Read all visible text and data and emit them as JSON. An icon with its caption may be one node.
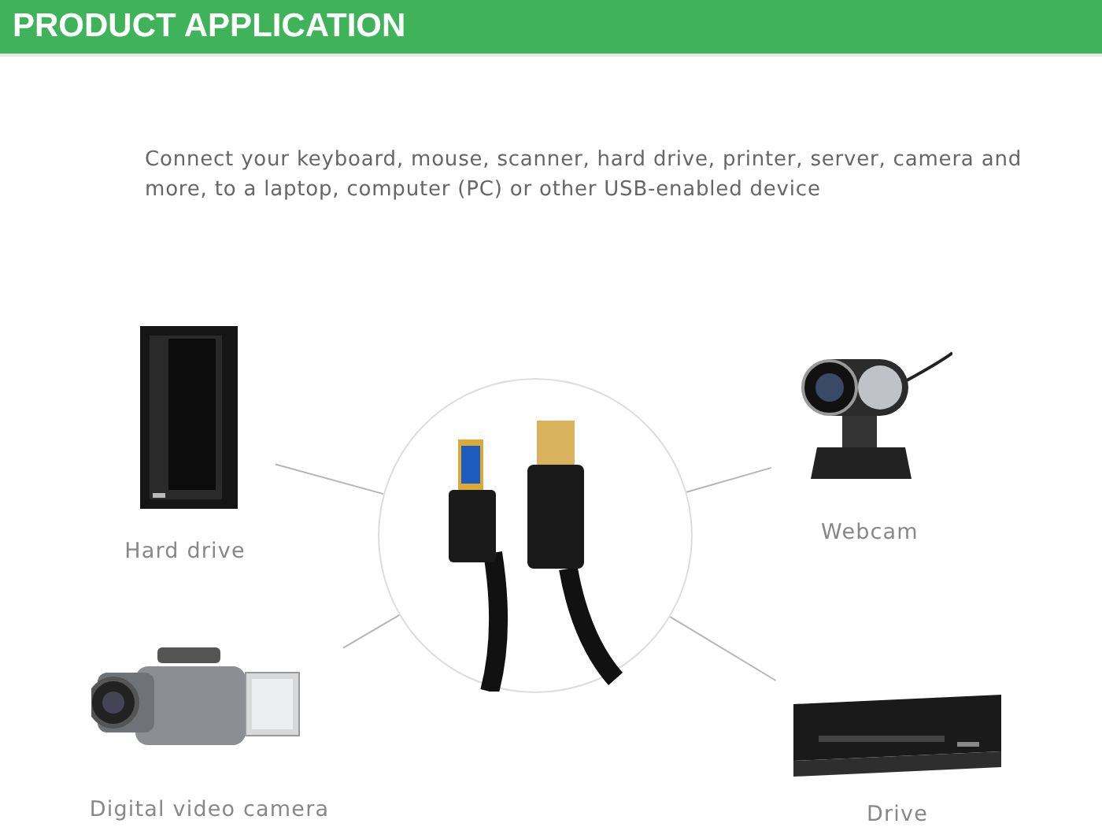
{
  "diagram": {
    "title": "PRODUCT APPLICATION",
    "nodes": [
      {
        "text": [],
        "shape": "picture"
      },
      {
        "text": [
          "Hard drive"
        ]
      },
      {
        "text": [
          "Webcam"
        ]
      },
      {
        "text": [
          "Digital video camera"
        ]
      },
      {
        "text": [
          "Drive"
        ]
      }
    ],
    "edges": [
      {
        "from": 1,
        "to": 0,
        "arrow": "none"
      },
      {
        "from": 2,
        "to": 0,
        "arrow": "none"
      },
      {
        "from": 3,
        "to": 0,
        "arrow": "none"
      },
      {
        "from": 4,
        "to": 0,
        "arrow": "none"
      }
    ],
    "labels": [
      "Connect your keyboard, mouse, scanner, hard drive, printer, server, camera and more, to a laptop, computer (PC) or other USB-enabled device"
    ]
  }
}
